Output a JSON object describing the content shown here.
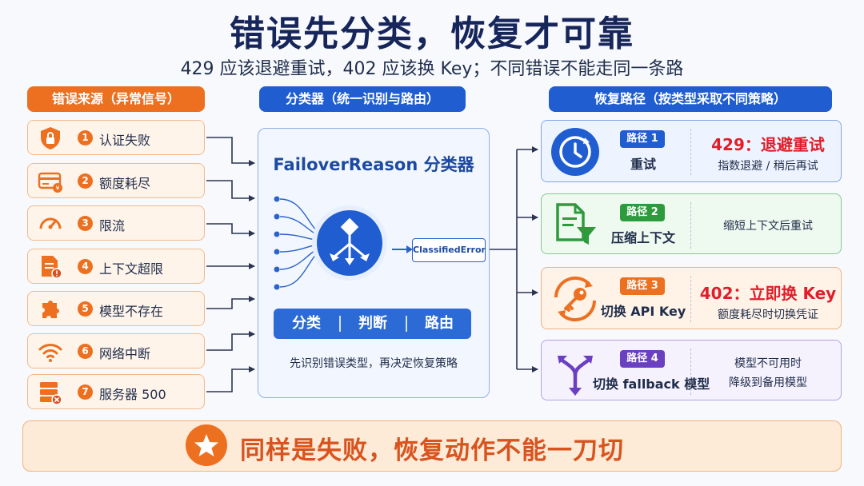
{
  "title": "错误先分类，恢复才可靠",
  "subtitle": "429 应该退避重试，402 应该换 Key；不同错误不能走同一条路",
  "sources": {
    "header": "错误来源（异常信号）",
    "items": [
      {
        "num": "1",
        "label": "认证失败",
        "icon": "shield-lock-icon"
      },
      {
        "num": "2",
        "label": "额度耗尽",
        "icon": "credit-card-icon"
      },
      {
        "num": "3",
        "label": "限流",
        "icon": "speedometer-icon"
      },
      {
        "num": "4",
        "label": "上下文超限",
        "icon": "document-warning-icon"
      },
      {
        "num": "5",
        "label": "模型不存在",
        "icon": "puzzle-icon"
      },
      {
        "num": "6",
        "label": "网络中断",
        "icon": "wifi-icon"
      },
      {
        "num": "7",
        "label": "服务器 500",
        "icon": "server-error-icon"
      }
    ]
  },
  "classifier": {
    "header": "分类器（统一识别与路由）",
    "title": "FailoverReason 分类器",
    "output": "ClassifiedError",
    "steps": [
      "分类",
      "判断",
      "路由"
    ],
    "note": "先识别错误类型，再决定恢复策略",
    "icon": "routing-diamond-icon"
  },
  "routes": {
    "header": "恢复路径（按类型采取不同策略）",
    "items": [
      {
        "badge": "路径 1",
        "name": "重试",
        "big": "429：退避重试",
        "desc": "指数退避 / 稍后再试",
        "icon": "clock-retry-icon",
        "color": "#1f5dd0",
        "bg": "#eef4ff",
        "border": "#7fa6e6"
      },
      {
        "badge": "路径 2",
        "name": "压缩上下文",
        "big": "",
        "desc": "缩短上下文后重试",
        "icon": "document-filter-icon",
        "color": "#2e9a3e",
        "bg": "#eef9ef",
        "border": "#86c98f"
      },
      {
        "badge": "路径 3",
        "name": "切换 API Key",
        "big": "402：立即换 Key",
        "desc": "额度耗尽时切换凭证",
        "icon": "key-swap-icon",
        "color": "#ec7020",
        "bg": "#fff3e8",
        "border": "#f0b27f"
      },
      {
        "badge": "路径 4",
        "name": "切换 fallback 模型",
        "big": "",
        "desc": "模型不可用时\n降级到备用模型",
        "desc1": "模型不可用时",
        "desc2": "降级到备用模型",
        "icon": "fork-arrows-icon",
        "color": "#6a40c0",
        "bg": "#f5f1fd",
        "border": "#b7a2e3"
      }
    ]
  },
  "bottom": {
    "text": "同样是失败，恢复动作不能一刀切",
    "icon": "star-icon"
  }
}
